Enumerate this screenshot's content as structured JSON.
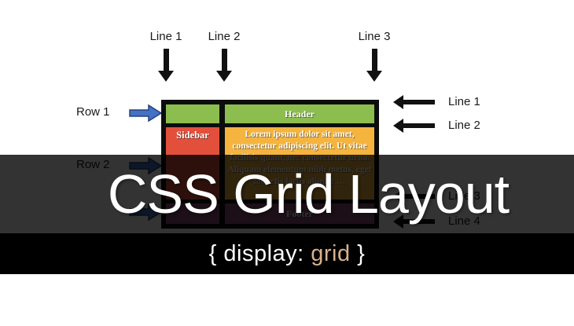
{
  "slide": {
    "title": "CSS Grid Layout",
    "code_snippet": {
      "prefix": "{ display: ",
      "keyword": "grid",
      "suffix": " }"
    }
  },
  "diagram": {
    "grid_cells": {
      "header": "Header",
      "sidebar": "Sidebar",
      "content": "Lorem ipsum dolor sit amet, consectetur adipiscing elit. Ut vitae facilisis quam, nec consectetur urna. Aliquam elementum nibh metus, eget lobortis lacus aliquet …",
      "footer": "Footer"
    },
    "column_line_labels": [
      "Line 1",
      "Line 2",
      "Line 3"
    ],
    "row_line_labels": [
      "Line 1",
      "Line 2",
      "Line 3",
      "Line 4"
    ],
    "row_labels": [
      "Row 1",
      "Row 2"
    ],
    "colors": {
      "header_green": "#8cbe4f",
      "sidebar_red": "#e2503c",
      "content_orange": "#f5b43e",
      "footer_purple": "#8a4d73",
      "grid_border": "#0d0d0d",
      "row_arrow_blue": "#4472c4",
      "keyword_tan": "#d9b08c",
      "overlay": "rgba(0,0,0,0.8)"
    }
  }
}
